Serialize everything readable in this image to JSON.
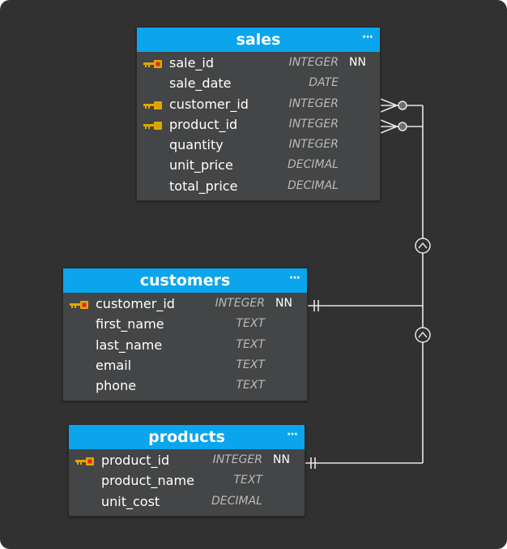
{
  "tables": {
    "sales": {
      "title": "sales",
      "menu": "···",
      "columns": [
        {
          "name": "sale_id",
          "type": "INTEGER",
          "nn": "NN",
          "key": "primary"
        },
        {
          "name": "sale_date",
          "type": "DATE",
          "nn": "",
          "key": "none"
        },
        {
          "name": "customer_id",
          "type": "INTEGER",
          "nn": "",
          "key": "foreign"
        },
        {
          "name": "product_id",
          "type": "INTEGER",
          "nn": "",
          "key": "foreign"
        },
        {
          "name": "quantity",
          "type": "INTEGER",
          "nn": "",
          "key": "none"
        },
        {
          "name": "unit_price",
          "type": "DECIMAL",
          "nn": "",
          "key": "none"
        },
        {
          "name": "total_price",
          "type": "DECIMAL",
          "nn": "",
          "key": "none"
        }
      ]
    },
    "customers": {
      "title": "customers",
      "menu": "···",
      "columns": [
        {
          "name": "customer_id",
          "type": "INTEGER",
          "nn": "NN",
          "key": "primary"
        },
        {
          "name": "first_name",
          "type": "TEXT",
          "nn": "",
          "key": "none"
        },
        {
          "name": "last_name",
          "type": "TEXT",
          "nn": "",
          "key": "none"
        },
        {
          "name": "email",
          "type": "TEXT",
          "nn": "",
          "key": "none"
        },
        {
          "name": "phone",
          "type": "TEXT",
          "nn": "",
          "key": "none"
        }
      ]
    },
    "products": {
      "title": "products",
      "menu": "···",
      "columns": [
        {
          "name": "product_id",
          "type": "INTEGER",
          "nn": "NN",
          "key": "primary"
        },
        {
          "name": "product_name",
          "type": "TEXT",
          "nn": "",
          "key": "none"
        },
        {
          "name": "unit_cost",
          "type": "DECIMAL",
          "nn": "",
          "key": "none"
        }
      ]
    }
  },
  "relationships": [
    {
      "from": "sales.customer_id",
      "to": "customers.customer_id",
      "from_cardinality": "zero-or-many",
      "to_cardinality": "exactly-one"
    },
    {
      "from": "sales.product_id",
      "to": "products.product_id",
      "from_cardinality": "zero-or-many",
      "to_cardinality": "exactly-one"
    }
  ],
  "colors": {
    "canvas": "#313131",
    "header": "#0aa5ec",
    "body": "#444546",
    "type_text": "#b9b9b9",
    "primary_key": "#e8202a",
    "foreign_key": "#d9a400",
    "key_gold": "#e0a800",
    "line": "#e6e6e6"
  }
}
